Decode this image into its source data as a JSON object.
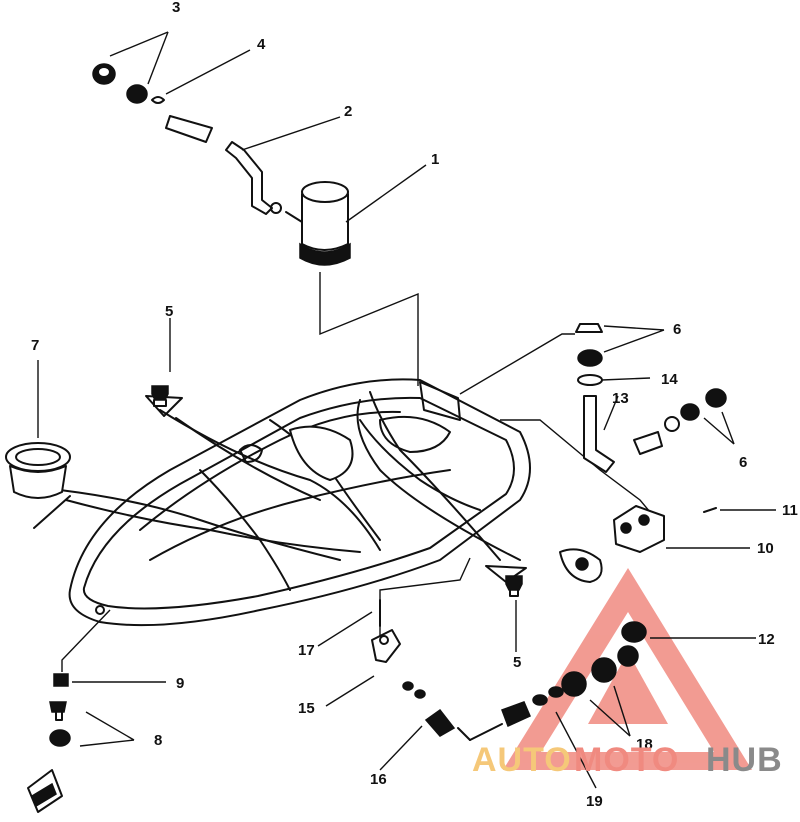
{
  "diagram": {
    "callouts": [
      "1",
      "2",
      "3",
      "4",
      "5",
      "6",
      "7",
      "8",
      "9",
      "10",
      "11",
      "12",
      "13",
      "14",
      "15",
      "16",
      "17",
      "18",
      "19"
    ],
    "labels": {
      "c1": "1",
      "c2": "2",
      "c3": "3",
      "c4": "4",
      "c5a": "5",
      "c5b": "5",
      "c6a": "6",
      "c6b": "6",
      "c7": "7",
      "c8": "8",
      "c9": "9",
      "c10": "10",
      "c11": "11",
      "c12": "12",
      "c13": "13",
      "c14": "14",
      "c15": "15",
      "c16": "16",
      "c17": "17",
      "c18": "18",
      "c19": "19"
    }
  },
  "watermark": {
    "part1": "AUTO",
    "part2": "MOTO",
    "part3": "HUB",
    "color1": "#f5c879",
    "color2": "#f08a80",
    "color3": "#8a8a8a",
    "triangle_color": "#f08a80"
  }
}
